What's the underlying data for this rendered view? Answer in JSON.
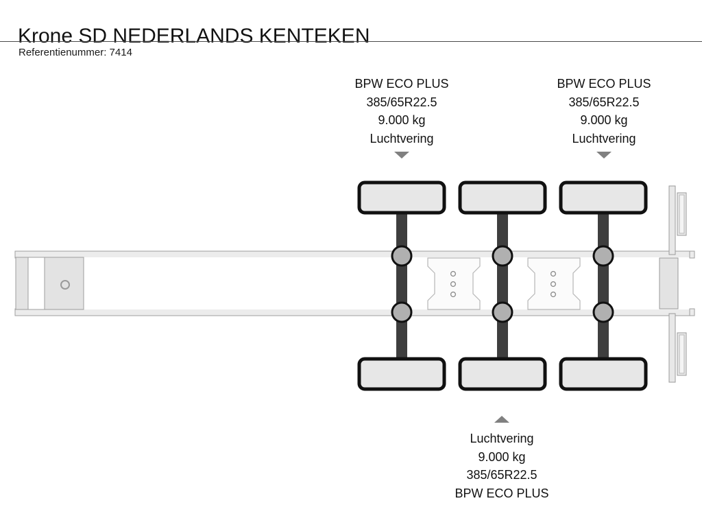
{
  "header": {
    "title": "Krone SD NEDERLANDS KENTEKEN",
    "reference_label": "Referentienummer: 7414"
  },
  "diagram": {
    "type": "semi-trailer-axle-schematic",
    "vehicle": "Krone SD semi-trailer (top view schematic)",
    "axle_count": 3,
    "colors": {
      "tire_fill": "#e7e7e7",
      "tire_stroke": "#111111",
      "axle_beam": "#3e3e3e",
      "hub_fill": "#b0b0b0",
      "frame_fill": "#e3e3e3",
      "frame_stroke": "#9a9a9a",
      "arrow": "#808080",
      "rule": "#4a4a4a"
    },
    "annotations": [
      {
        "id": "axle-1-top",
        "position": "top",
        "arrow": "down",
        "lines": [
          "BPW ECO PLUS",
          "385/65R22.5",
          "9.000 kg",
          "Luchtvering"
        ]
      },
      {
        "id": "axle-3-top",
        "position": "top",
        "arrow": "down",
        "lines": [
          "BPW ECO PLUS",
          "385/65R22.5",
          "9.000 kg",
          "Luchtvering"
        ]
      },
      {
        "id": "axle-2-bottom",
        "position": "bottom",
        "arrow": "up",
        "lines": [
          "Luchtvering",
          "9.000 kg",
          "385/65R22.5",
          "BPW ECO PLUS"
        ]
      }
    ],
    "axle_specs": {
      "brand": "BPW ECO PLUS",
      "tire_size": "385/65R22.5",
      "capacity": "9.000 kg",
      "suspension": "Luchtvering"
    }
  }
}
